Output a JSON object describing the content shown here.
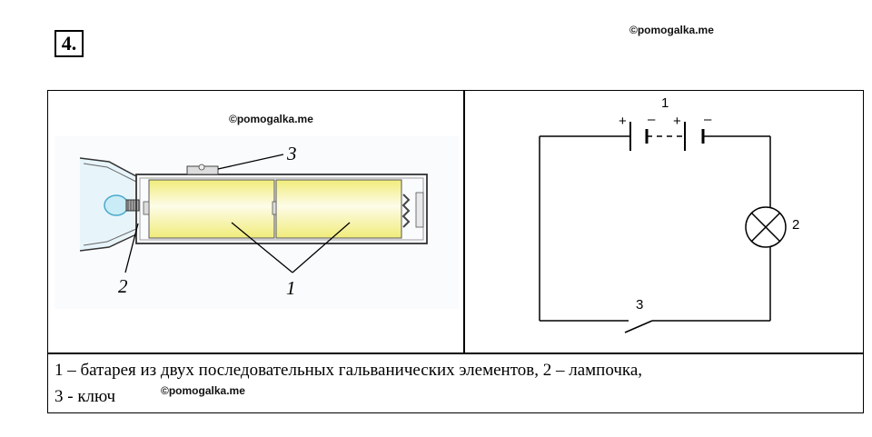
{
  "task_number": "4.",
  "watermarks": {
    "top": "©pomogalka.me",
    "left_panel": "©pomogalka.me",
    "bottom": "©pomogalka.me"
  },
  "flashlight_labels": {
    "switch": "3",
    "bulb": "2",
    "battery": "1"
  },
  "circuit_labels": {
    "battery": "1",
    "lamp": "2",
    "key": "3",
    "plus": "+",
    "minus": "–"
  },
  "caption": {
    "line1": "1 – батарея из двух последовательных гальванических элементов, 2 – лампочка,",
    "line2": "3 - ключ"
  },
  "colors": {
    "cell_fill": "#f3ef8a",
    "cell_highlight": "#fdfce6",
    "bulb": "#c9ecf6",
    "bulb_stroke": "#4aa9c9",
    "reflector": "#dff3fa"
  }
}
